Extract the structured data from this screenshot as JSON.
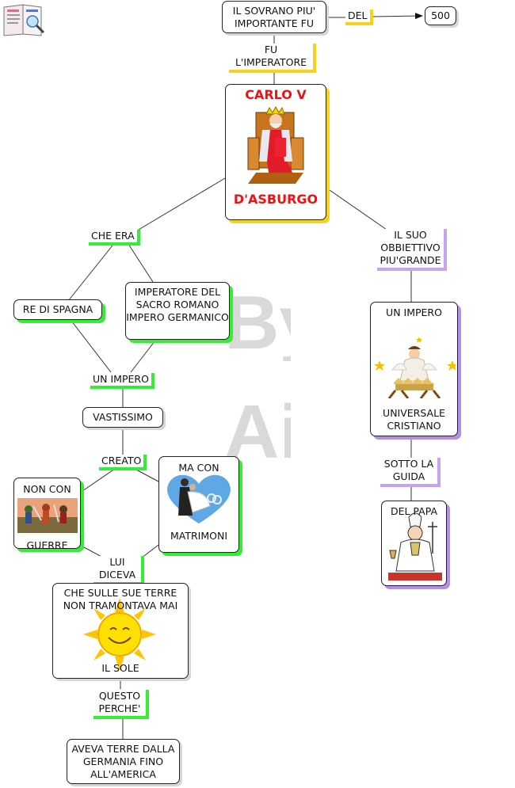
{
  "watermark": {
    "line1": "By",
    "line2": "Ai"
  },
  "nodes": {
    "sovrano": "IL SOVRANO PIU' IMPORTANTE FU",
    "year": "500",
    "carlo_name": "CARLO V",
    "carlo_house": "D'ASBURGO",
    "re_spagna": "RE DI SPAGNA",
    "imperatore_sacro": "IMPERATORE DEL SACRO ROMANO IMPERO GERMANICO",
    "vastissimo": "VASTISSIMO",
    "non_con": "NON CON",
    "guerre": "GUERRE",
    "ma_con": "MA CON",
    "matrimoni": "MATRIMONI",
    "sole_top": "CHE SULLE SUE TERRE NON TRAMONTAVA MAI",
    "sole_bottom": "IL SOLE",
    "terre": "AVEVA TERRE DALLA GERMANIA FINO ALL'AMERICA",
    "impero_top": "UN IMPERO",
    "impero_bottom": "UNIVERSALE CRISTIANO",
    "papa": "DEL PAPA"
  },
  "labels": {
    "del": "DEL",
    "fu_imperatore": "FU L'IMPERATORE",
    "che_era": "CHE ERA",
    "obbiettivo": "IL SUO OBBIETTIVO PIU'GRANDE",
    "un_impero": "UN IMPERO",
    "creato": "CREATO",
    "lui_diceva": "LUI DICEVA",
    "sotto_guida": "SOTTO LA GUIDA",
    "questo_perche": "QUESTO PERCHE'"
  },
  "colors": {
    "title_red": "#ee1111",
    "green_shadow": "#33ee33",
    "yellow_shadow": "#f7d21b",
    "purple_shadow": "#b58ee8"
  },
  "icons": [
    "book-logo-icon",
    "king-throne-icon",
    "couple-heart-icon",
    "battle-scene-icon",
    "sun-icon",
    "nativity-angel-icon",
    "pope-icon"
  ]
}
